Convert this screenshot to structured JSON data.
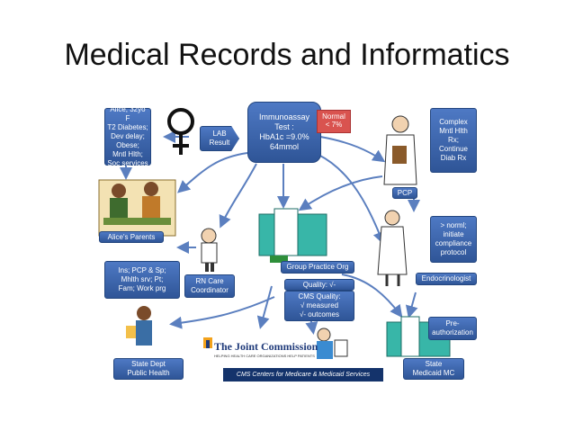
{
  "title": "Medical Records and Informatics",
  "nodes": {
    "alice": [
      "Alice, 32yo F",
      "T2 Diabetes;",
      "Dev delay;",
      "Obese;",
      "Mntl Hlth;",
      "Soc services"
    ],
    "lab": [
      "LAB",
      "Result"
    ],
    "test": [
      "Immunoassay",
      "Test :",
      "HbA1c =9.0%",
      "64mmol"
    ],
    "normal": [
      "Normal",
      "< 7%"
    ],
    "complex": [
      "Complex",
      "Mntl Hlth",
      "Rx;",
      "Continue",
      "Diab Rx"
    ],
    "pcp": "PCP",
    "parents": "Alice's Parents",
    "endo_note": [
      "> norml;",
      "initiate",
      "compliance",
      "protocol"
    ],
    "endocrinologist": "Endocrinologist",
    "group": "Group Practice Org",
    "ins": [
      "Ins; PCP & Sp;",
      "Mhlth srv; Pt;",
      "Fam; Work prg"
    ],
    "rn": [
      "RN Care",
      "Coordinator"
    ],
    "quality": "Quality: √-",
    "cms_quality": [
      "CMS Quality:",
      "√ measured",
      "√-  outcomes"
    ],
    "preauth": [
      "Pre-",
      "authorization"
    ],
    "state_dept": [
      "State Dept",
      "Public Health"
    ],
    "state_medicaid": [
      "State",
      "Medicaid MC"
    ],
    "tjc_name": "The Joint Commission",
    "tjc_sub": "HELPING HEALTH CARE ORGANIZATIONS HELP PATIENTS",
    "cms_bar": "CMS  Centers for Medicare & Medicaid Services"
  },
  "colors": {
    "box": "#2f5597",
    "arrow": "#5b7fbf",
    "red": "#d9534f"
  }
}
